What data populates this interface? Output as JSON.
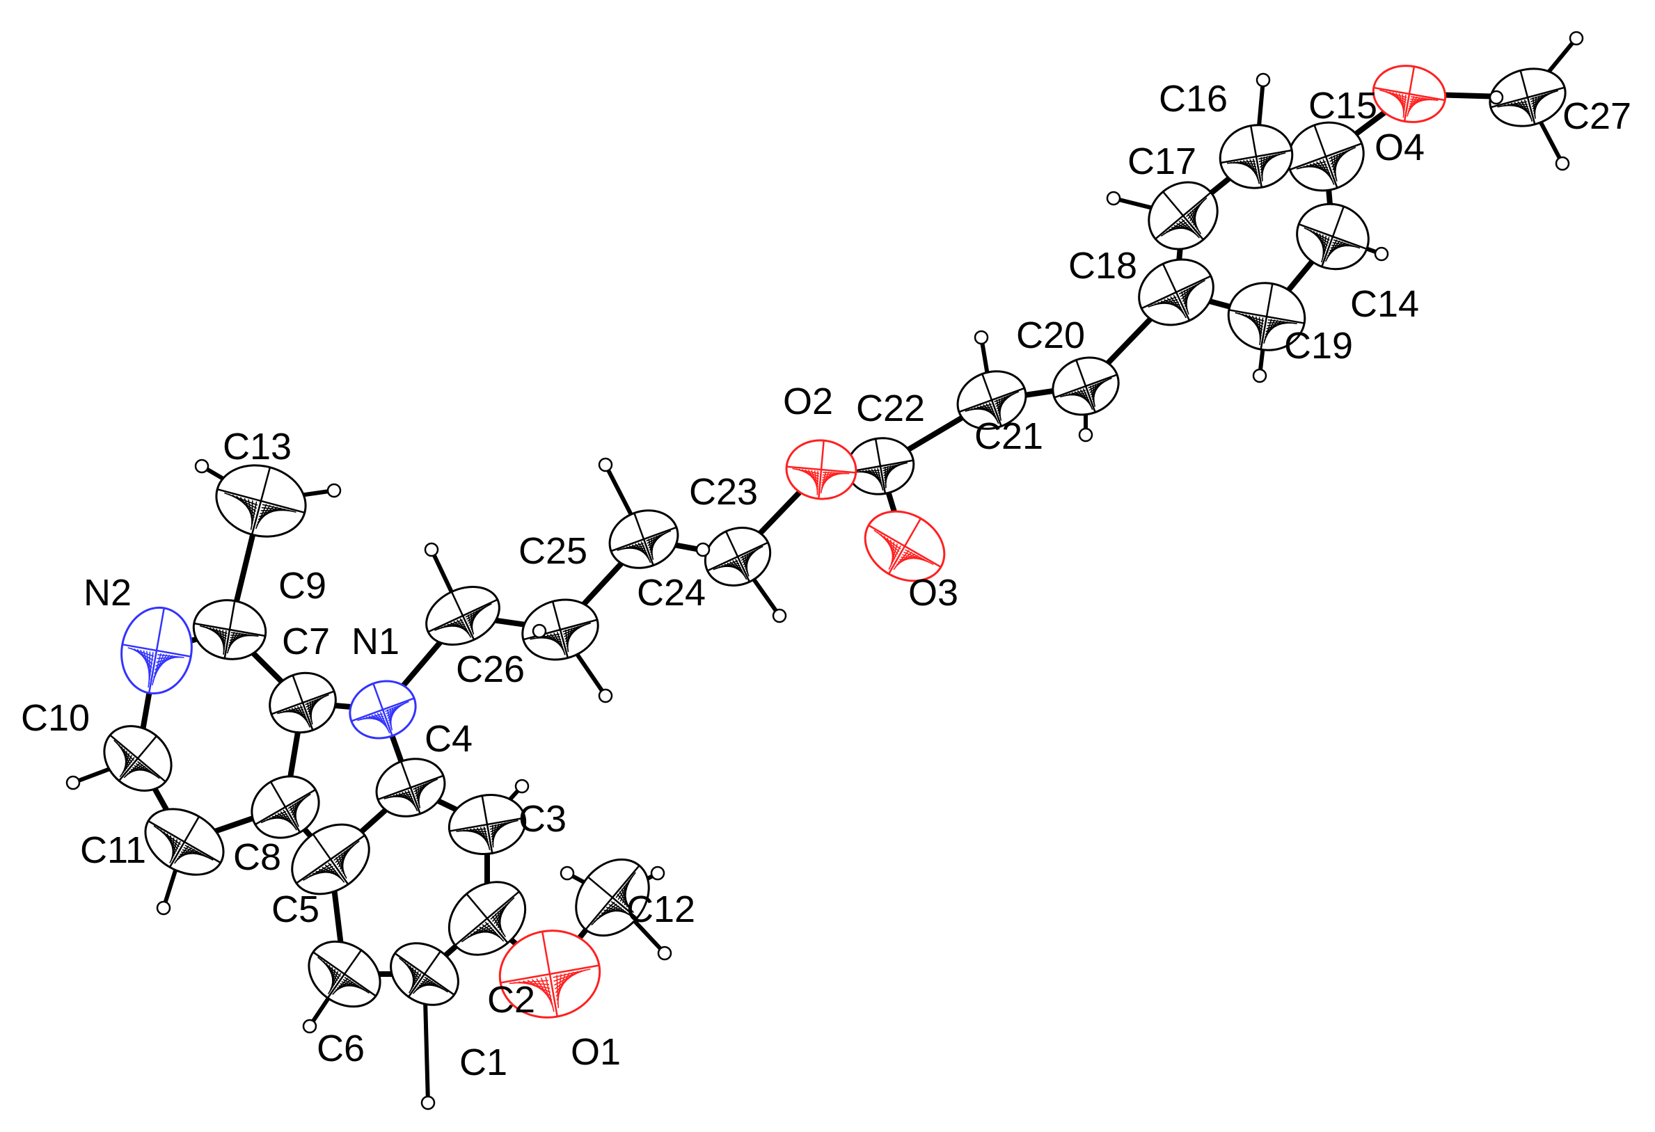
{
  "colors": {
    "carbon": "#000000",
    "nitrogen": "#3333ff",
    "oxygen": "#ff2020",
    "hydrogen": "#000000",
    "bond": "#000000",
    "background": "#ffffff"
  },
  "atoms": [
    {
      "id": "C1",
      "element": "C",
      "label": "C1"
    },
    {
      "id": "C2",
      "element": "C",
      "label": "C2"
    },
    {
      "id": "C3",
      "element": "C",
      "label": "C3"
    },
    {
      "id": "C4",
      "element": "C",
      "label": "C4"
    },
    {
      "id": "C5",
      "element": "C",
      "label": "C5"
    },
    {
      "id": "C6",
      "element": "C",
      "label": "C6"
    },
    {
      "id": "C7",
      "element": "C",
      "label": "C7"
    },
    {
      "id": "C8",
      "element": "C",
      "label": "C8"
    },
    {
      "id": "C9",
      "element": "C",
      "label": "C9"
    },
    {
      "id": "C10",
      "element": "C",
      "label": "C10"
    },
    {
      "id": "C11",
      "element": "C",
      "label": "C11"
    },
    {
      "id": "C12",
      "element": "C",
      "label": "C12"
    },
    {
      "id": "C13",
      "element": "C",
      "label": "C13"
    },
    {
      "id": "C14",
      "element": "C",
      "label": "C14"
    },
    {
      "id": "C15",
      "element": "C",
      "label": "C15"
    },
    {
      "id": "C16",
      "element": "C",
      "label": "C16"
    },
    {
      "id": "C17",
      "element": "C",
      "label": "C17"
    },
    {
      "id": "C18",
      "element": "C",
      "label": "C18"
    },
    {
      "id": "C19",
      "element": "C",
      "label": "C19"
    },
    {
      "id": "C20",
      "element": "C",
      "label": "C20"
    },
    {
      "id": "C21",
      "element": "C",
      "label": "C21"
    },
    {
      "id": "C22",
      "element": "C",
      "label": "C22"
    },
    {
      "id": "C23",
      "element": "C",
      "label": "C23"
    },
    {
      "id": "C24",
      "element": "C",
      "label": "C24"
    },
    {
      "id": "C25",
      "element": "C",
      "label": "C25"
    },
    {
      "id": "C26",
      "element": "C",
      "label": "C26"
    },
    {
      "id": "C27",
      "element": "C",
      "label": "C27"
    },
    {
      "id": "N1",
      "element": "N",
      "label": "N1"
    },
    {
      "id": "N2",
      "element": "N",
      "label": "N2"
    },
    {
      "id": "O1",
      "element": "O",
      "label": "O1"
    },
    {
      "id": "O2",
      "element": "O",
      "label": "O2"
    },
    {
      "id": "O3",
      "element": "O",
      "label": "O3"
    },
    {
      "id": "O4",
      "element": "O",
      "label": "O4"
    }
  ],
  "bonds": [
    [
      "C1",
      "C2"
    ],
    [
      "C1",
      "C6"
    ],
    [
      "C2",
      "C3"
    ],
    [
      "C3",
      "C4"
    ],
    [
      "C4",
      "C5"
    ],
    [
      "C5",
      "C6"
    ],
    [
      "C4",
      "N1"
    ],
    [
      "C7",
      "N1"
    ],
    [
      "C5",
      "C8"
    ],
    [
      "C7",
      "C8"
    ],
    [
      "C7",
      "C9"
    ],
    [
      "C9",
      "N2"
    ],
    [
      "N2",
      "C10"
    ],
    [
      "C10",
      "C11"
    ],
    [
      "C11",
      "C8"
    ],
    [
      "C9",
      "C13"
    ],
    [
      "C2",
      "O1"
    ],
    [
      "O1",
      "C12"
    ],
    [
      "N1",
      "C26"
    ],
    [
      "C26",
      "C25"
    ],
    [
      "C25",
      "C24"
    ],
    [
      "C24",
      "C23"
    ],
    [
      "C23",
      "O2"
    ],
    [
      "O2",
      "C22"
    ],
    [
      "C22",
      "O3"
    ],
    [
      "C22",
      "C21"
    ],
    [
      "C21",
      "C20"
    ],
    [
      "C20",
      "C18"
    ],
    [
      "C18",
      "C17"
    ],
    [
      "C17",
      "C16"
    ],
    [
      "C16",
      "C15"
    ],
    [
      "C15",
      "C14"
    ],
    [
      "C14",
      "C19"
    ],
    [
      "C19",
      "C18"
    ],
    [
      "C15",
      "O4"
    ],
    [
      "O4",
      "C27"
    ]
  ]
}
